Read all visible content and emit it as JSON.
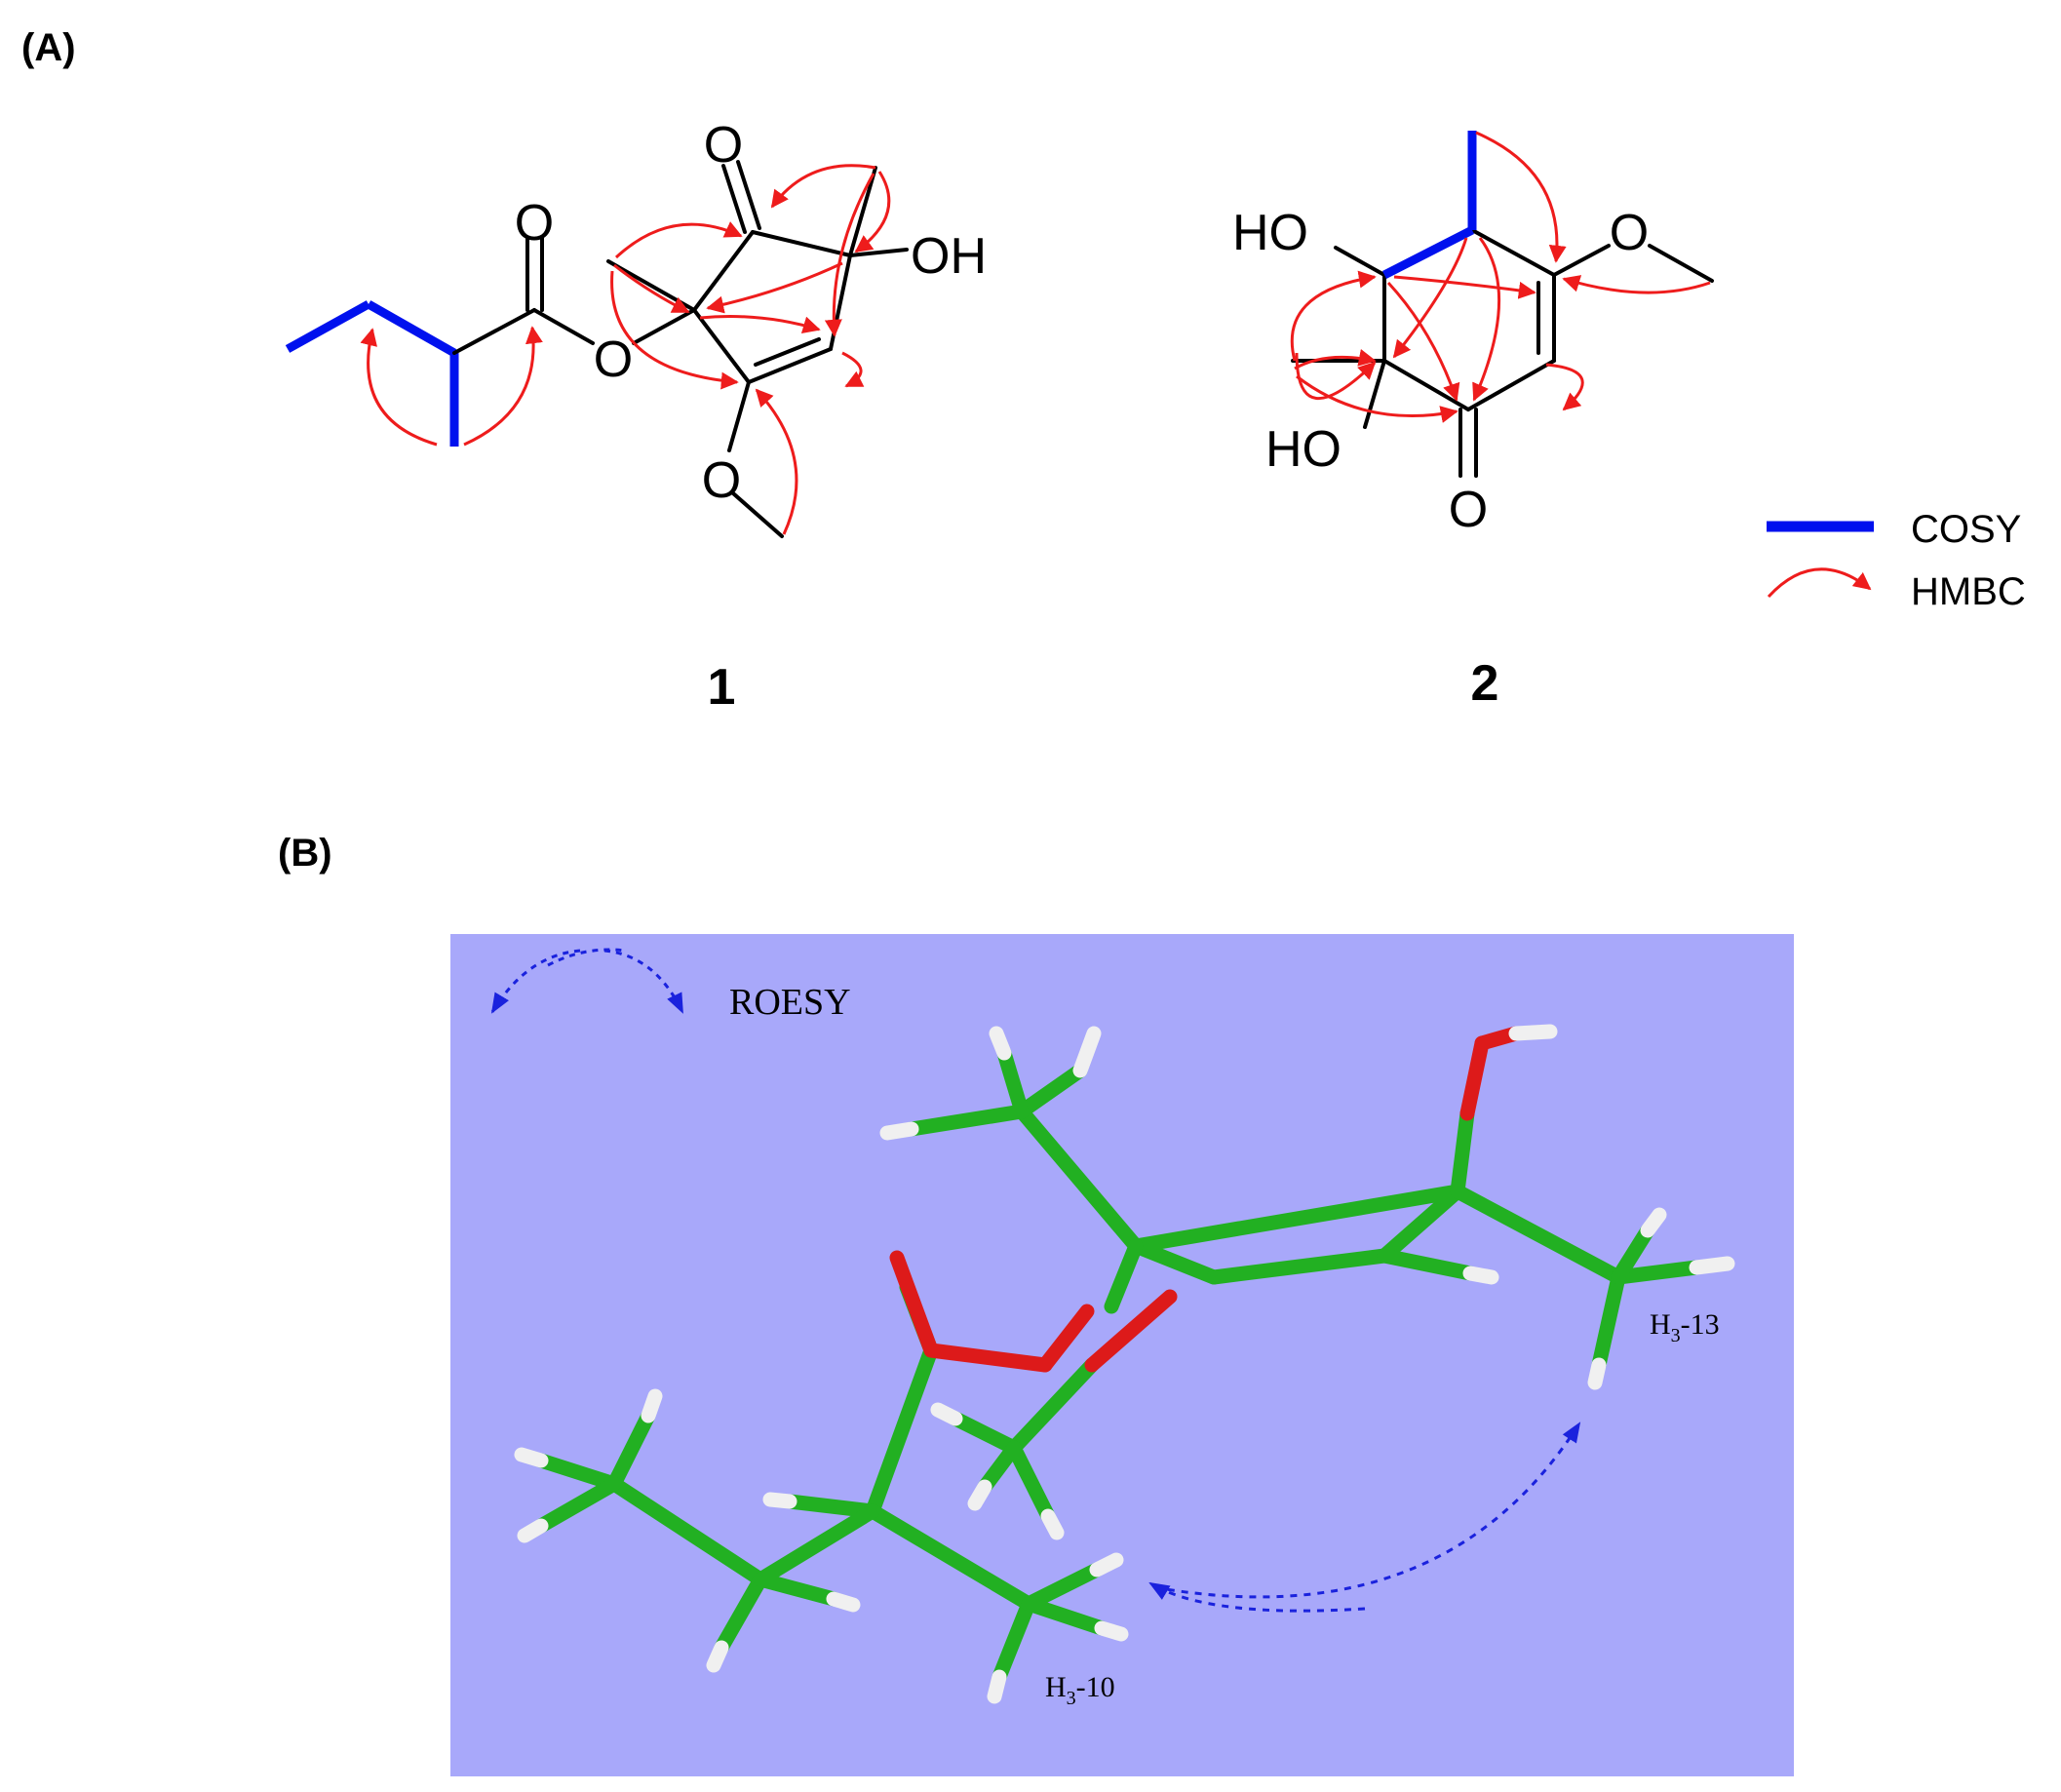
{
  "panel_a": {
    "label": "(A)",
    "compound_1": {
      "number": "1",
      "oh_label": "OH",
      "carbonyl_o": "O",
      "ketone_o": "O",
      "ester_o": "O",
      "methoxy_o": "O"
    },
    "compound_2": {
      "number": "2",
      "ho_top": "HO",
      "ho_bottom": "HO",
      "methoxy_o": "O",
      "ketone_o": "O"
    },
    "legend": {
      "cosy": "COSY",
      "hmbc": "HMBC",
      "cosy_color": "#0011ee",
      "hmbc_color": "#ee1c1c"
    }
  },
  "panel_b": {
    "label": "(B)",
    "roesy": "ROESY",
    "h3_13": "H",
    "h3_13_sub": "3",
    "h3_13_suffix": "-13",
    "h3_10": "H",
    "h3_10_sub": "3",
    "h3_10_suffix": "-10",
    "background": "#a8a8fa",
    "bond_color": "#22b022",
    "oxygen_color": "#dd1a1a",
    "hydrogen_color": "#f0f0f0",
    "roesy_color": "#1a22dd"
  }
}
